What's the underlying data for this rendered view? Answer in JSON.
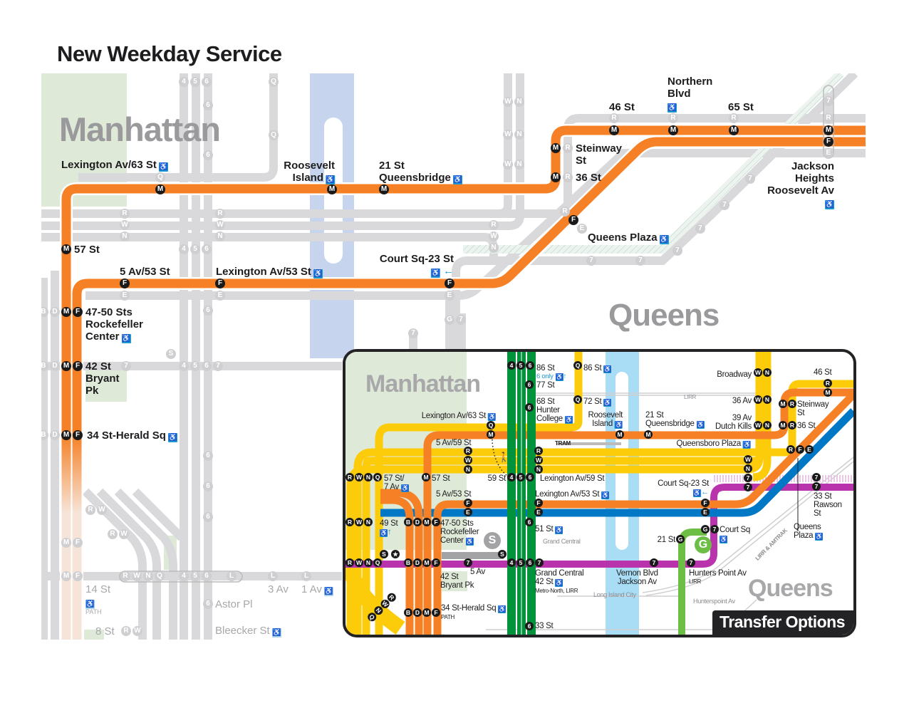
{
  "title": "New Weekday Service",
  "colors": {
    "orange_line": "#f58025",
    "yellow_line": "#fccc0a",
    "green_line": "#00933c",
    "blue_line": "#0078c6",
    "purple_line": "#b933ad",
    "g_line": "#6cbe45",
    "shuttle_line": "#9b9b9d",
    "inactive_line": "#d9d9db",
    "river": "#c6d4ee",
    "park": "#dfe9d8",
    "accessible": "#1b9ad6"
  },
  "main": {
    "boroughs": {
      "manhattan": "Manhattan",
      "queens": "Queens"
    },
    "stations": [
      {
        "name": [
          "57 St"
        ],
        "routes": [
          "M"
        ]
      },
      {
        "name": [
          "Lexington Av/63 St"
        ],
        "routes": [
          "M"
        ],
        "accessible": true
      },
      {
        "name": [
          "Roosevelt",
          "Island"
        ],
        "routes": [
          "M"
        ],
        "accessible": true
      },
      {
        "name": [
          "21 St",
          "Queensbridge"
        ],
        "routes": [
          "M"
        ],
        "accessible": true
      },
      {
        "name": [
          "Steinway",
          "St"
        ],
        "routes": [
          "M"
        ]
      },
      {
        "name": [
          "36 St"
        ],
        "routes": [
          "M"
        ]
      },
      {
        "name": [
          "46 St"
        ],
        "routes": [
          "M"
        ]
      },
      {
        "name": [
          "Northern",
          "Blvd"
        ],
        "routes": [
          "M"
        ],
        "accessible": true
      },
      {
        "name": [
          "65 St"
        ],
        "routes": [
          "M"
        ]
      },
      {
        "name": [
          "Jackson",
          "Heights",
          "Roosevelt Av"
        ],
        "routes": [
          "M",
          "F"
        ],
        "accessible": true
      },
      {
        "name": [
          "Queens Plaza"
        ],
        "routes": [
          "F"
        ],
        "accessible": true
      },
      {
        "name": [
          "Court Sq-23 St"
        ],
        "routes": [
          "F"
        ],
        "accessible": true
      },
      {
        "name": [
          "Lexington Av/53 St"
        ],
        "routes": [
          "F"
        ],
        "accessible": true
      },
      {
        "name": [
          "5 Av/53 St"
        ],
        "routes": [
          "F"
        ]
      },
      {
        "name": [
          "47-50 Sts",
          "Rockefeller",
          "Center"
        ],
        "routes": [
          "M",
          "F"
        ],
        "accessible": true
      },
      {
        "name": [
          "42 St",
          "Bryant",
          "Pk"
        ],
        "routes": [
          "M",
          "F"
        ]
      },
      {
        "name": [
          "34 St-Herald Sq"
        ],
        "routes": [
          "M",
          "F"
        ],
        "accessible": true
      }
    ],
    "inactive_stations": {
      "s14": "14 St",
      "path": "PATH",
      "av3": "3 Av",
      "av1": "1 Av",
      "astor": "Astor Pl",
      "st8": "8 St",
      "bleecker": "Bleecker St"
    },
    "inactive_bullets": {
      "top456": [
        "4",
        "5",
        "6"
      ],
      "six": [
        "6"
      ],
      "q": [
        "Q"
      ],
      "wn": [
        "W",
        "N"
      ],
      "rwn": [
        "R",
        "W",
        "N"
      ],
      "r": [
        "R"
      ],
      "e": [
        "E"
      ],
      "g7": [
        "G",
        "7"
      ],
      "seven": [
        "7"
      ],
      "bd": [
        "B",
        "D"
      ],
      "mf": [
        "M",
        "F"
      ],
      "rw": [
        "R",
        "W"
      ],
      "s": [
        "S"
      ],
      "s4567": [
        "4",
        "5",
        "6",
        "7"
      ],
      "rwnq": [
        "R",
        "W",
        "N",
        "Q"
      ],
      "l": [
        "L"
      ],
      "lrr": [
        "7"
      ]
    }
  },
  "inset": {
    "title": "Transfer Options",
    "borough_manhattan": "Manhattan",
    "borough_queens": "Queens",
    "big_bullets": {
      "shuttle": "S",
      "g": "G"
    },
    "labels": {
      "st86a": "86 St",
      "six_only": "6 only",
      "st86b": "86 St",
      "st77": "77 St",
      "st68": [
        "68 St",
        "Hunter",
        "College"
      ],
      "st72": "72 St",
      "roosevelt": [
        "Roosevelt",
        "Island"
      ],
      "qbridge": [
        "21 St",
        "Queensbridge"
      ],
      "lirr_top": "LIRR",
      "broadway": "Broadway",
      "av36": "36 Av",
      "dutch": [
        "39 Av",
        "Dutch Kills"
      ],
      "st46": "46 St",
      "steinway": [
        "Steinway",
        "St"
      ],
      "st36": "36 St",
      "qboro": "Queensboro Plaza",
      "lex63": "Lexington Av/63 St",
      "tram": "TRAM",
      "av59": "5 Av/59 St",
      "st59": "59 St",
      "lex59": "Lexington Av/59 St",
      "st57_7": [
        "57 St/",
        "7 Av"
      ],
      "st57": "57 St",
      "av53": "5 Av/53 St",
      "lex53": "Lexington Av/53 St",
      "courtsq23": "Court Sq-23 St",
      "rawson": [
        "33 St",
        "Rawson",
        "St"
      ],
      "st49": "49 St",
      "rock": [
        "47-50 Sts",
        "Rockefeller",
        "Center"
      ],
      "st51": "51 St",
      "gc_small": "Grand Central",
      "courtsq": "Court Sq",
      "st21": "21 St",
      "qplaza": [
        "Queens",
        "Plaza"
      ],
      "amtrak": "LIRR & AMTRAK",
      "av5": "5 Av",
      "bryant": [
        "42 St",
        "Bryant Pk"
      ],
      "gc": [
        "Grand Central",
        "42 St"
      ],
      "metro": "Metro-North, LIRR",
      "vernon": [
        "Vernon Blvd",
        "Jackson Av"
      ],
      "hunters": "Hunters Point Av",
      "lirr": "LIRR",
      "lic": "Long Island City",
      "hpav": "Hunterspoint Av",
      "herald": "34 St-Herald Sq",
      "path": "PATH",
      "st33": "33 St"
    },
    "bullets": {
      "b456": [
        "4",
        "5",
        "6"
      ],
      "b4567": [
        "4",
        "5",
        "6",
        "7"
      ],
      "b6": [
        "6"
      ],
      "bQ": [
        "Q"
      ],
      "bQM": [
        "Q",
        "M"
      ],
      "bM": [
        "M"
      ],
      "bWN": [
        "W",
        "N"
      ],
      "bRM": [
        "R",
        "M"
      ],
      "bMR": [
        "M",
        "R"
      ],
      "bRWN": [
        "R",
        "W",
        "N"
      ],
      "bRWNQ": [
        "R",
        "W",
        "N",
        "Q"
      ],
      "bWN77": [
        "W",
        "N",
        "7",
        "7"
      ],
      "bRFE": [
        "R",
        "F",
        "E"
      ],
      "bFE": [
        "F",
        "E"
      ],
      "b77": [
        "7",
        "7"
      ],
      "bBDMF": [
        "B",
        "D",
        "M",
        "F"
      ],
      "bG7": [
        "G",
        "7"
      ],
      "bG": [
        "G"
      ],
      "b7": [
        "7"
      ],
      "bS": [
        "S"
      ],
      "bStar": [
        "★"
      ],
      "bQNWR": [
        "Q",
        "N",
        "W",
        "R"
      ]
    }
  }
}
